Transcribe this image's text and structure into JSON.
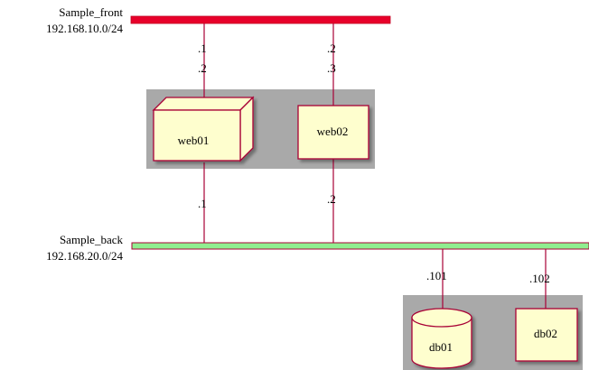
{
  "colors": {
    "front_network": "#e8002a",
    "back_network": "#90ee90",
    "group_background": "#a9a9a9",
    "node_fill": "#fefece",
    "node_stroke": "#a80036",
    "line": "#a80036"
  },
  "networks": {
    "front": {
      "name": "Sample_front",
      "cidr": "192.168.10.0/24"
    },
    "back": {
      "name": "Sample_back",
      "cidr": "192.168.20.0/24"
    }
  },
  "nodes": {
    "web01": {
      "label": "web01",
      "shape": "box-3d",
      "front_addr": ".1",
      "front_addr2": ".2",
      "back_addr": ".1"
    },
    "web02": {
      "label": "web02",
      "shape": "rectangle",
      "front_addr": ".2",
      "front_addr2": ".3",
      "back_addr": ".2"
    },
    "db01": {
      "label": "db01",
      "shape": "cylinder",
      "back_addr": ".101"
    },
    "db02": {
      "label": "db02",
      "shape": "rectangle",
      "back_addr": ".102"
    }
  }
}
